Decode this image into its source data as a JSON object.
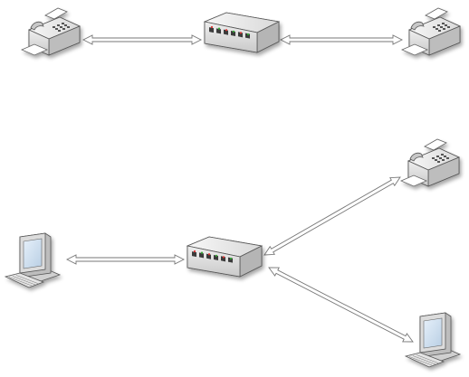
{
  "diagram": {
    "top_row": {
      "nodes": [
        {
          "id": "fax-left",
          "icon": "fax-machine-icon"
        },
        {
          "id": "switch-top",
          "icon": "network-switch-icon"
        },
        {
          "id": "fax-right",
          "icon": "fax-machine-icon"
        }
      ],
      "links": [
        {
          "from": "fax-left",
          "to": "switch-top",
          "style": "double-headed-arrow"
        },
        {
          "from": "switch-top",
          "to": "fax-right",
          "style": "double-headed-arrow"
        }
      ]
    },
    "bottom_row": {
      "nodes": [
        {
          "id": "computer-left",
          "icon": "desktop-computer-icon"
        },
        {
          "id": "switch-bottom",
          "icon": "network-switch-icon"
        },
        {
          "id": "fax-upper-right",
          "icon": "fax-machine-icon"
        },
        {
          "id": "computer-lower-right",
          "icon": "desktop-computer-icon"
        }
      ],
      "links": [
        {
          "from": "computer-left",
          "to": "switch-bottom",
          "style": "double-headed-arrow"
        },
        {
          "from": "switch-bottom",
          "to": "fax-upper-right",
          "style": "double-headed-arrow"
        },
        {
          "from": "switch-bottom",
          "to": "computer-lower-right",
          "style": "double-headed-arrow"
        }
      ]
    },
    "colors": {
      "device_light": "#f4f4f4",
      "device_mid": "#d6d6d6",
      "device_dark": "#9a9a9a",
      "outline": "#555555",
      "screen": "#cfe0f0",
      "port": "#3a3a3a",
      "arrow_fill": "#ffffff",
      "arrow_stroke": "#777777"
    }
  }
}
